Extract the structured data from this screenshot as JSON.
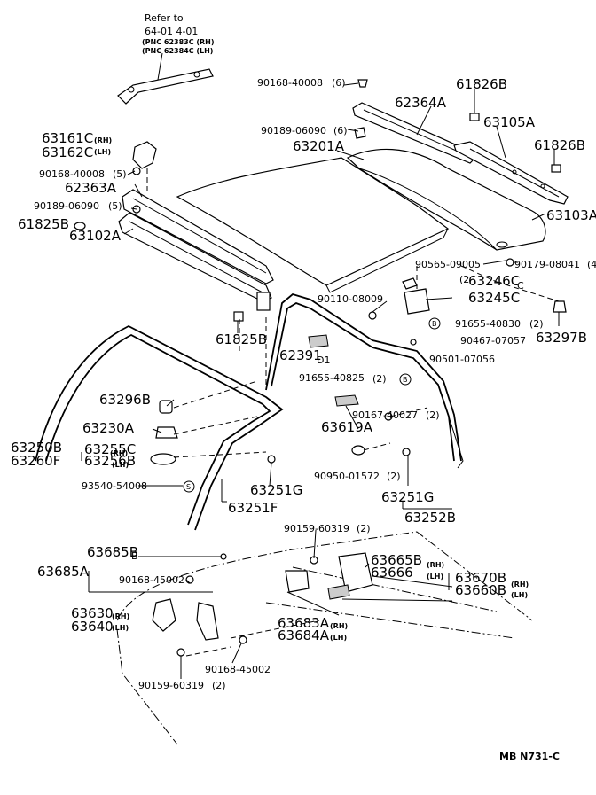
{
  "refer_note": {
    "line1": "Refer to",
    "line2": "64-01  4-01",
    "line3": "(PNC 62383C (RH)",
    "line4": "(PNC 62384C (LH)"
  },
  "callouts": [
    {
      "id": "c1",
      "text": "90168-40008",
      "size": "sm"
    },
    {
      "id": "c1q",
      "text": "(6)",
      "size": "sm"
    },
    {
      "id": "c2",
      "text": "61826B",
      "size": "big"
    },
    {
      "id": "c3",
      "text": "62364A",
      "size": "big"
    },
    {
      "id": "c4",
      "text": "90189-06090",
      "size": "sm"
    },
    {
      "id": "c4q",
      "text": "(6)",
      "size": "sm"
    },
    {
      "id": "c5",
      "text": "63105A",
      "size": "big"
    },
    {
      "id": "c6",
      "text": "63201A",
      "size": "big"
    },
    {
      "id": "c7",
      "text": "61826B",
      "size": "big"
    },
    {
      "id": "c8",
      "text": "63161C",
      "size": "big"
    },
    {
      "id": "c8s",
      "text": "(RH)",
      "size": "xs"
    },
    {
      "id": "c9",
      "text": "63162C",
      "size": "big"
    },
    {
      "id": "c9s",
      "text": "(LH)",
      "size": "xs"
    },
    {
      "id": "c10",
      "text": "90168-40008",
      "size": "sm"
    },
    {
      "id": "c10q",
      "text": "(5)",
      "size": "sm"
    },
    {
      "id": "c11",
      "text": "62363A",
      "size": "big"
    },
    {
      "id": "c12",
      "text": "90189-06090",
      "size": "sm"
    },
    {
      "id": "c12q",
      "text": "(5)",
      "size": "sm"
    },
    {
      "id": "c13",
      "text": "61825B",
      "size": "big"
    },
    {
      "id": "c14",
      "text": "63102A",
      "size": "big"
    },
    {
      "id": "c15",
      "text": "63103A",
      "size": "big"
    },
    {
      "id": "c16",
      "text": "90565-09005",
      "size": "sm"
    },
    {
      "id": "c17",
      "text": "90179-08041",
      "size": "sm"
    },
    {
      "id": "c17q",
      "text": "(4",
      "size": "sm"
    },
    {
      "id": "c18q",
      "text": "(2",
      "size": "sm"
    },
    {
      "id": "c18",
      "text": "63246C",
      "size": "big"
    },
    {
      "id": "c18b",
      "text": "C",
      "size": "sm"
    },
    {
      "id": "c19",
      "text": "90110-08009",
      "size": "sm"
    },
    {
      "id": "c20",
      "text": "63245C",
      "size": "big"
    },
    {
      "id": "c21",
      "text": "91655-40830",
      "size": "sm"
    },
    {
      "id": "c21q",
      "text": "(2)",
      "size": "sm"
    },
    {
      "id": "c22",
      "text": "63297B",
      "size": "big"
    },
    {
      "id": "c23",
      "text": "61825B",
      "size": "big"
    },
    {
      "id": "c24",
      "text": "90467-07057",
      "size": "sm"
    },
    {
      "id": "c25",
      "text": "62391",
      "size": "big"
    },
    {
      "id": "c25b",
      "text": "D1",
      "size": "sm"
    },
    {
      "id": "c26",
      "text": "90501-07056",
      "size": "sm"
    },
    {
      "id": "c27",
      "text": "91655-40825",
      "size": "sm"
    },
    {
      "id": "c27q",
      "text": "(2)",
      "size": "sm"
    },
    {
      "id": "c28",
      "text": "63296B",
      "size": "big"
    },
    {
      "id": "c29",
      "text": "90167-40027",
      "size": "sm"
    },
    {
      "id": "c29q",
      "text": "(2)",
      "size": "sm"
    },
    {
      "id": "c30",
      "text": "63230A",
      "size": "big"
    },
    {
      "id": "c31",
      "text": "63619A",
      "size": "big"
    },
    {
      "id": "c32",
      "text": "63250B",
      "size": "big"
    },
    {
      "id": "c33",
      "text": "63255C",
      "size": "big"
    },
    {
      "id": "c34",
      "text": "63260F",
      "size": "big"
    },
    {
      "id": "c35",
      "text": "63256B",
      "size": "big"
    },
    {
      "id": "c35s",
      "text": "(RH)",
      "size": "xs"
    },
    {
      "id": "c35t",
      "text": "(LH)",
      "size": "xs"
    },
    {
      "id": "c36",
      "text": "90950-01572",
      "size": "sm"
    },
    {
      "id": "c36q",
      "text": "(2)",
      "size": "sm"
    },
    {
      "id": "c37",
      "text": "93540-54008",
      "size": "sm"
    },
    {
      "id": "c38",
      "text": "63251G",
      "size": "big"
    },
    {
      "id": "c39",
      "text": "63251G",
      "size": "big"
    },
    {
      "id": "c40",
      "text": "63251F",
      "size": "big"
    },
    {
      "id": "c41",
      "text": "63252B",
      "size": "big"
    },
    {
      "id": "c42",
      "text": "90159-60319",
      "size": "sm"
    },
    {
      "id": "c42q",
      "text": "(2)",
      "size": "sm"
    },
    {
      "id": "c43",
      "text": "63685B",
      "size": "big"
    },
    {
      "id": "c43b",
      "text": "B",
      "size": "sm"
    },
    {
      "id": "c44",
      "text": "63665B",
      "size": "big"
    },
    {
      "id": "c45",
      "text": "63666",
      "size": "big"
    },
    {
      "id": "c45s",
      "text": "(RH)",
      "size": "xs"
    },
    {
      "id": "c45t",
      "text": "(LH)",
      "size": "xs"
    },
    {
      "id": "c46",
      "text": "63685A",
      "size": "big"
    },
    {
      "id": "c47",
      "text": "63670B",
      "size": "big"
    },
    {
      "id": "c48",
      "text": "63660B",
      "size": "big"
    },
    {
      "id": "c48s",
      "text": "(RH)",
      "size": "xs"
    },
    {
      "id": "c48t",
      "text": "(LH)",
      "size": "xs"
    },
    {
      "id": "c49",
      "text": "90168-45002",
      "size": "sm"
    },
    {
      "id": "c50",
      "text": "63630",
      "size": "big"
    },
    {
      "id": "c50s",
      "text": "(RH)",
      "size": "xs"
    },
    {
      "id": "c51",
      "text": "63640",
      "size": "big"
    },
    {
      "id": "c51s",
      "text": "(LH)",
      "size": "xs"
    },
    {
      "id": "c52",
      "text": "63683A",
      "size": "big"
    },
    {
      "id": "c52s",
      "text": "(RH)",
      "size": "xs"
    },
    {
      "id": "c53",
      "text": "63684A",
      "size": "big"
    },
    {
      "id": "c53s",
      "text": "(LH)",
      "size": "xs"
    },
    {
      "id": "c54",
      "text": "90168-45002",
      "size": "sm"
    },
    {
      "id": "c55",
      "text": "90159-60319",
      "size": "sm"
    },
    {
      "id": "c55q",
      "text": "(2)",
      "size": "sm"
    }
  ],
  "symbols": {
    "B": "B",
    "S": "S"
  },
  "footer_code": "MB  N731-C"
}
